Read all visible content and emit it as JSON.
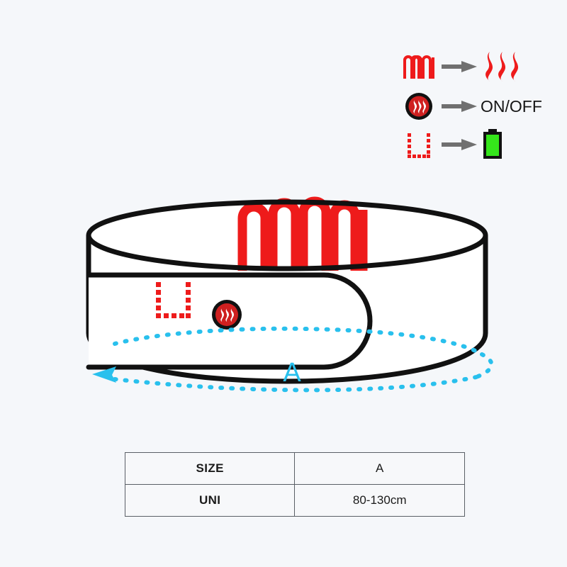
{
  "background_color": "#f5f7fa",
  "colors": {
    "red": "#ee1b1b",
    "dark_red": "#cf2020",
    "black": "#111111",
    "arrow_grey": "#707070",
    "cyan": "#29c0ed",
    "battery_green": "#35e61b",
    "table_border": "#5a5f66",
    "text": "#1b1b1b"
  },
  "legend": {
    "rows": [
      {
        "icon": "heating-element-icon",
        "arrow": "arrow-right-icon",
        "result_icon": "heat-waves-icon",
        "result_label": ""
      },
      {
        "icon": "power-button-icon",
        "arrow": "arrow-right-icon",
        "result_icon": "",
        "result_label": "ON/OFF"
      },
      {
        "icon": "battery-pocket-icon",
        "arrow": "arrow-right-icon",
        "result_icon": "battery-icon",
        "result_label": ""
      }
    ]
  },
  "product": {
    "name": "heated-belt",
    "heating_element": "heating-element-coil",
    "power_button": "power-button",
    "battery_pocket": "battery-pocket-marker",
    "measurement_label": "A"
  },
  "size_table": {
    "headers": [
      "SIZE",
      "A"
    ],
    "rows": [
      [
        "UNI",
        "80-130cm"
      ]
    ]
  }
}
